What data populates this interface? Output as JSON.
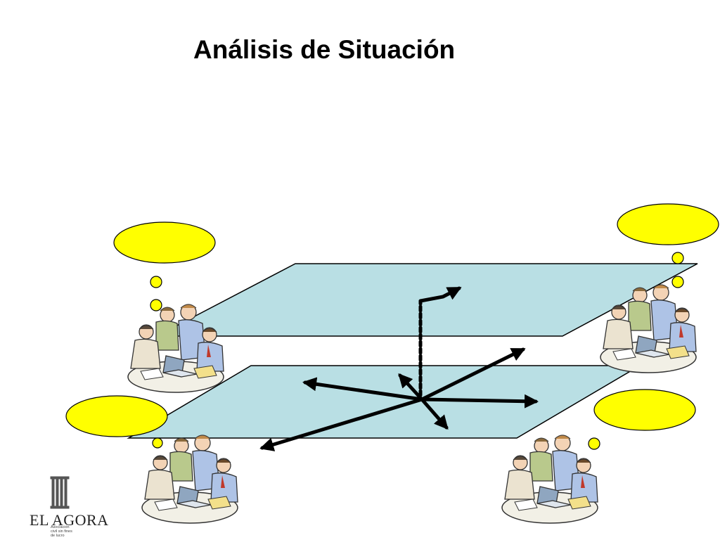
{
  "slide": {
    "title": "Análisis de Situación"
  },
  "logo": {
    "name": "EL AGORA",
    "subtitle_lines": [
      "Asociación",
      "civil sin fines",
      "de lucro"
    ]
  },
  "colors": {
    "plane_fill": "#b9dfe4",
    "thought_bubble": "#ffff00",
    "arrow": "#000000"
  },
  "icons": [
    "people-group-at-laptop"
  ]
}
